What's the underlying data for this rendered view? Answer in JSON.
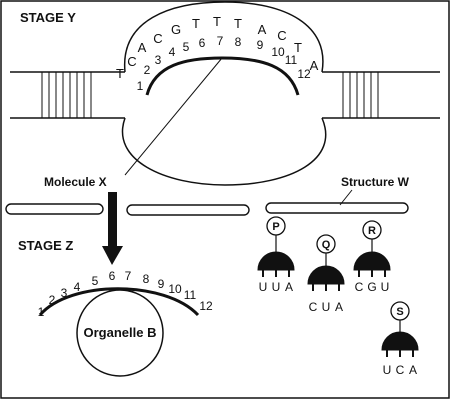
{
  "stage_y": {
    "title": "STAGE Y",
    "top_bases": [
      "T",
      "C",
      "A",
      "C",
      "G",
      "T",
      "T",
      "T",
      "A",
      "C",
      "T",
      "A"
    ],
    "numbers": [
      "1",
      "2",
      "3",
      "4",
      "5",
      "6",
      "7",
      "8",
      "9",
      "10",
      "11",
      "12"
    ]
  },
  "labels": {
    "molecule_x": "Molecule X",
    "structure_w": "Structure W",
    "stage_z": "STAGE Z",
    "organelle_b": "Organelle B"
  },
  "stage_z": {
    "numbers": [
      "1",
      "2",
      "3",
      "4",
      "5",
      "6",
      "7",
      "8",
      "9",
      "10",
      "11",
      "12"
    ]
  },
  "trnas": {
    "p": {
      "letter": "P",
      "anticodon": [
        "U",
        "U",
        "A"
      ]
    },
    "q": {
      "letter": "Q",
      "anticodon": [
        "C",
        "U",
        "A"
      ]
    },
    "r": {
      "letter": "R",
      "anticodon": [
        "C",
        "G",
        "U"
      ]
    },
    "s": {
      "letter": "S",
      "anticodon": [
        "U",
        "C",
        "A"
      ]
    }
  },
  "colors": {
    "ink": "#111111",
    "background": "#ffffff"
  }
}
